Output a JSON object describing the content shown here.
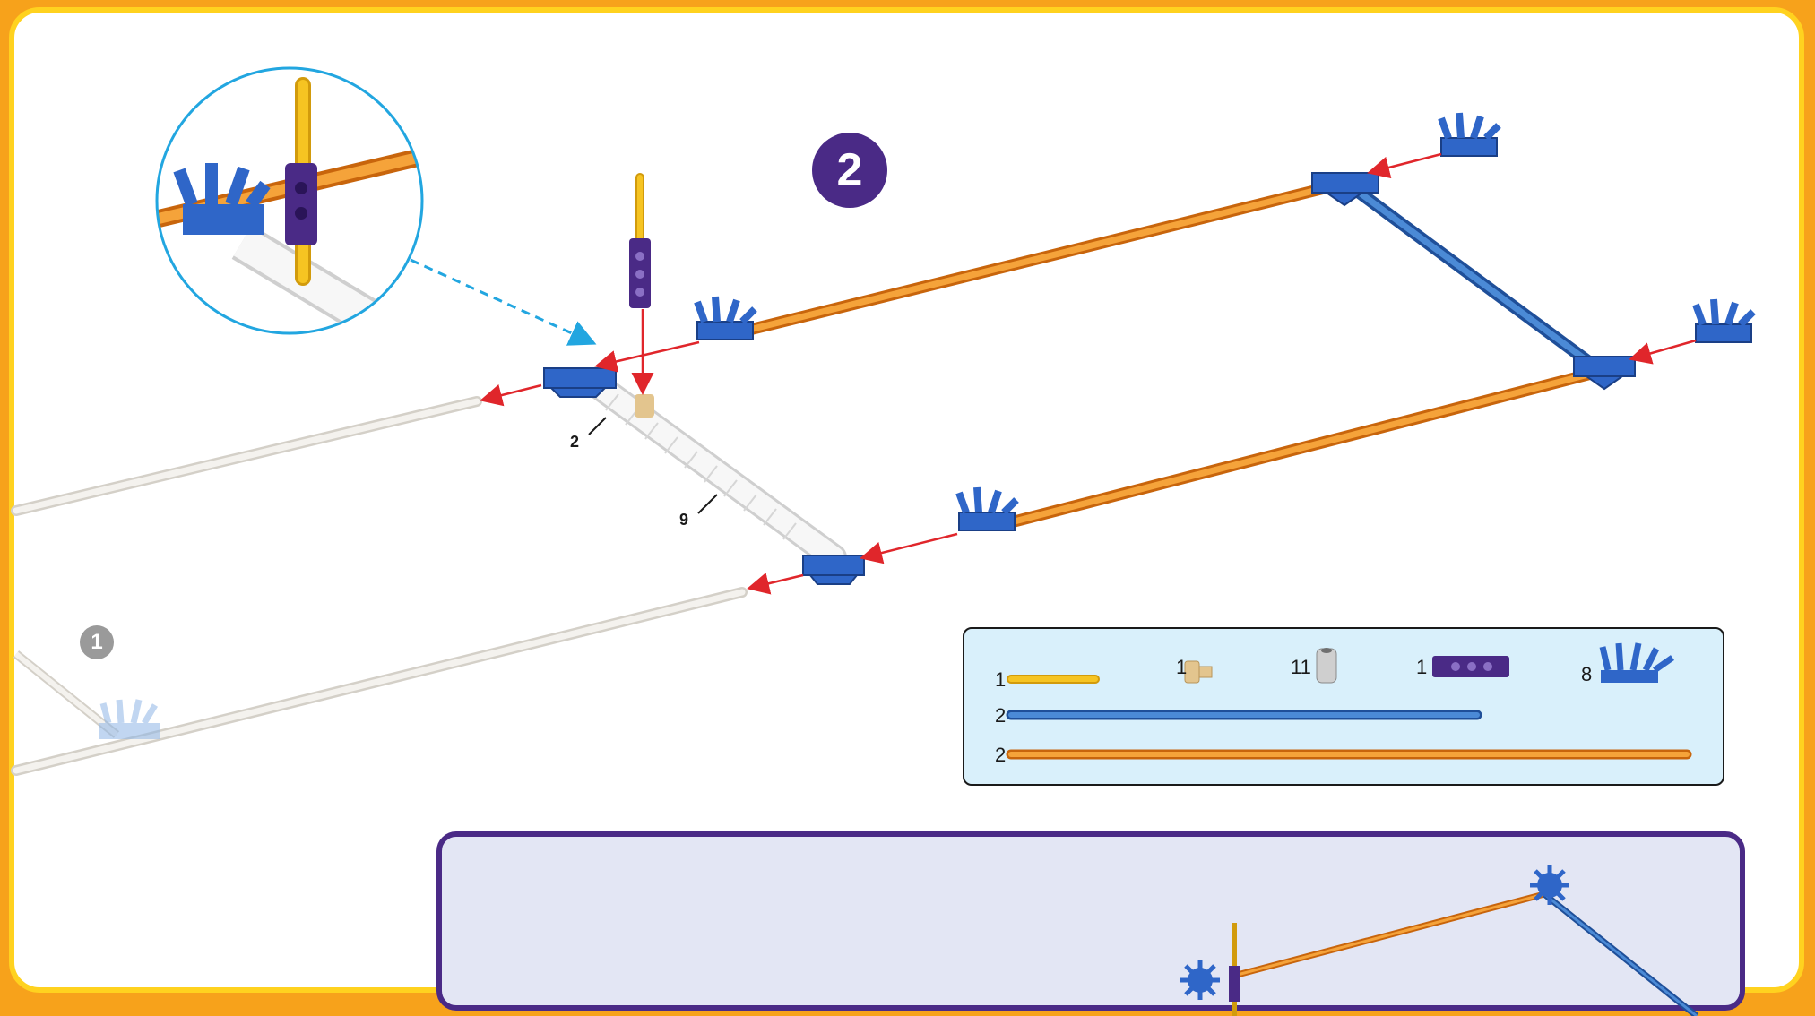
{
  "step": {
    "number": "2",
    "previous_step_number": "1"
  },
  "callouts": {
    "connector_rod_count": "2",
    "rod_count": "9"
  },
  "parts_list": [
    {
      "quantity": "1",
      "part": "yellow-rod-icon"
    },
    {
      "quantity": "1",
      "part": "tan-connector-icon"
    },
    {
      "quantity": "11",
      "part": "gray-spacer-icon"
    },
    {
      "quantity": "1",
      "part": "purple-clip-icon"
    },
    {
      "quantity": "8",
      "part": "blue-connector-icon"
    },
    {
      "quantity": "2",
      "part": "blue-rod-icon"
    },
    {
      "quantity": "2",
      "part": "orange-rod-icon"
    }
  ],
  "colors": {
    "background": "#f7a21b",
    "frame_border": "#ffd21f",
    "step_badge": "#4a2a86",
    "connector_blue": "#2f66c8",
    "rod_orange": "#f28c1c",
    "rod_blue": "#3b78c4",
    "rod_yellow": "#f6c422",
    "arrow_red": "#e0262b",
    "magnifier_cyan": "#22a6e0",
    "parts_box_fill": "#d9f0fb"
  }
}
